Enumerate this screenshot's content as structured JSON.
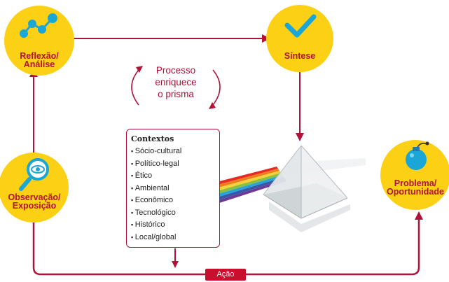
{
  "nodes": {
    "reflexao": "Reflexão/\nAnálise",
    "sintese": "Síntese",
    "observacao": "Observação/\nExposição",
    "problema": "Problema/\nOportunidade"
  },
  "process_label": "Processo\nenriquece\no prisma",
  "contexts": {
    "title": "Contextos",
    "items": [
      "Sócio-cultural",
      "Político-legal",
      "Ético",
      "Ambiental",
      "Econômico",
      "Tecnológico",
      "Histórico",
      "Local/global"
    ]
  },
  "action_label": "Ação",
  "colors": {
    "circle": "#fbd015",
    "accent": "#b0123a",
    "icon": "#1aa6d6",
    "action": "#c8102e"
  }
}
